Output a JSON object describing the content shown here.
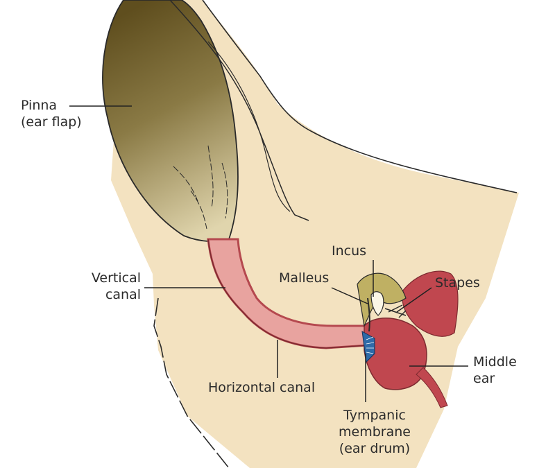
{
  "labels": {
    "pinna": [
      "Pinna",
      "(ear flap)"
    ],
    "vertical_canal": [
      "Vertical",
      "canal"
    ],
    "horizontal_canal": "Horizontal canal",
    "incus": "Incus",
    "malleus": "Malleus",
    "stapes": "Stapes",
    "middle_ear": [
      "Middle",
      "ear"
    ],
    "tympanic_membrane": [
      "Tympanic",
      "membrane",
      "(ear drum)"
    ]
  },
  "colors": {
    "skin": "#f3e2c0",
    "pinna_outer": "#5f4e1e",
    "pinna_inner": "#c9bb8c",
    "canal": "#e8a39f",
    "canal_wall": "#b5494f",
    "middle_ear": "#c0474f",
    "bone": "#bfb063",
    "eardrum": "#2e6aa8",
    "outline": "#2a2a2a",
    "leader": "#222222"
  }
}
